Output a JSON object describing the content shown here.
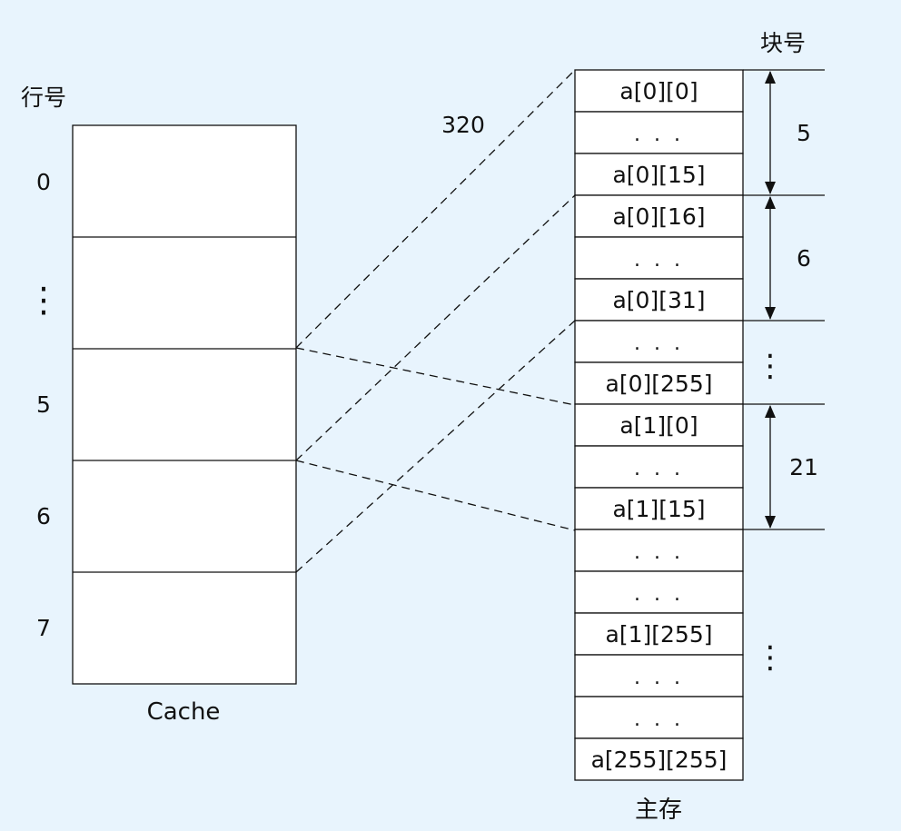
{
  "cache": {
    "row_number_label": "行号",
    "rows": [
      "0",
      "⋮",
      "5",
      "6",
      "7"
    ],
    "caption": "Cache"
  },
  "main_memory": {
    "block_number_label": "块号",
    "caption": "主存",
    "cells": [
      "a[0][0]",
      ". . .",
      "a[0][15]",
      "a[0][16]",
      ". . .",
      "a[0][31]",
      ". . .",
      "a[0][255]",
      "a[1][0]",
      ". . .",
      "a[1][15]",
      ". . .",
      ". . .",
      "a[1][255]",
      ". . .",
      ". . .",
      "a[255][255]"
    ],
    "blocks": [
      {
        "number": "5",
        "from_cell": 0,
        "to_cell": 2
      },
      {
        "number": "6",
        "from_cell": 3,
        "to_cell": 5
      },
      {
        "number": "21",
        "from_cell": 8,
        "to_cell": 10
      }
    ],
    "vertical_ellipses": [
      "⋮",
      "⋮"
    ]
  },
  "offset_label": "320",
  "colors": {
    "background": "#e8f4fd",
    "box_fill": "#ffffff",
    "line": "#111111"
  }
}
